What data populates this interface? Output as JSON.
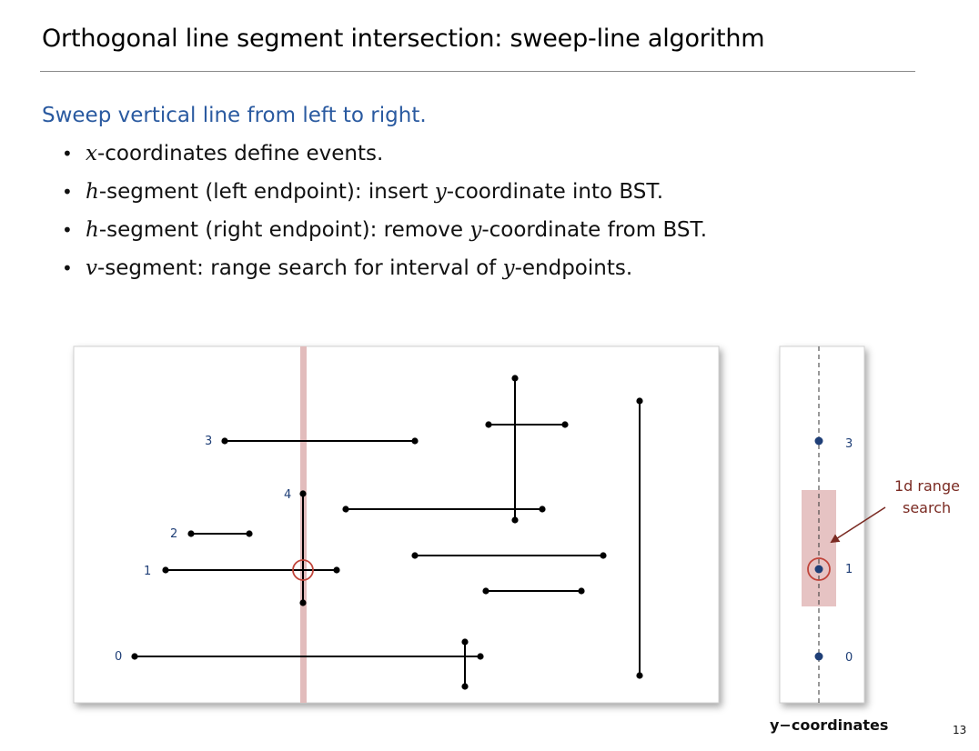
{
  "slide": {
    "title": "Orthogonal line segment intersection:  sweep-line algorithm",
    "lead": "Sweep vertical line from left to right.",
    "page_number": "13"
  },
  "bullets": [
    {
      "var": "x",
      "text": "-coordinates define events."
    },
    {
      "var": "h",
      "text": "-segment (left endpoint):  insert ",
      "var2": "y",
      "text2": "-coordinate into BST."
    },
    {
      "var": "h",
      "text": "-segment (right endpoint):  remove ",
      "var2": "y",
      "text2": "-coordinate from BST."
    },
    {
      "var": "v",
      "text": "-segment:  range search for interval of ",
      "var2": "y",
      "text2": "-endpoints."
    }
  ],
  "diagram": {
    "segment_labels": [
      "0",
      "1",
      "2",
      "3",
      "4"
    ],
    "y_coordinate_labels": [
      "3",
      "1",
      "0"
    ],
    "y_axis_caption": "y−coordinates",
    "callout_lines": [
      "1d range",
      "search"
    ],
    "colors": {
      "sweep_line": "#e2bcbc",
      "highlight_circle": "#c0443a",
      "range_box": "#e6c3c3",
      "point": "#1f3f77",
      "callout": "#7a2a22"
    }
  }
}
